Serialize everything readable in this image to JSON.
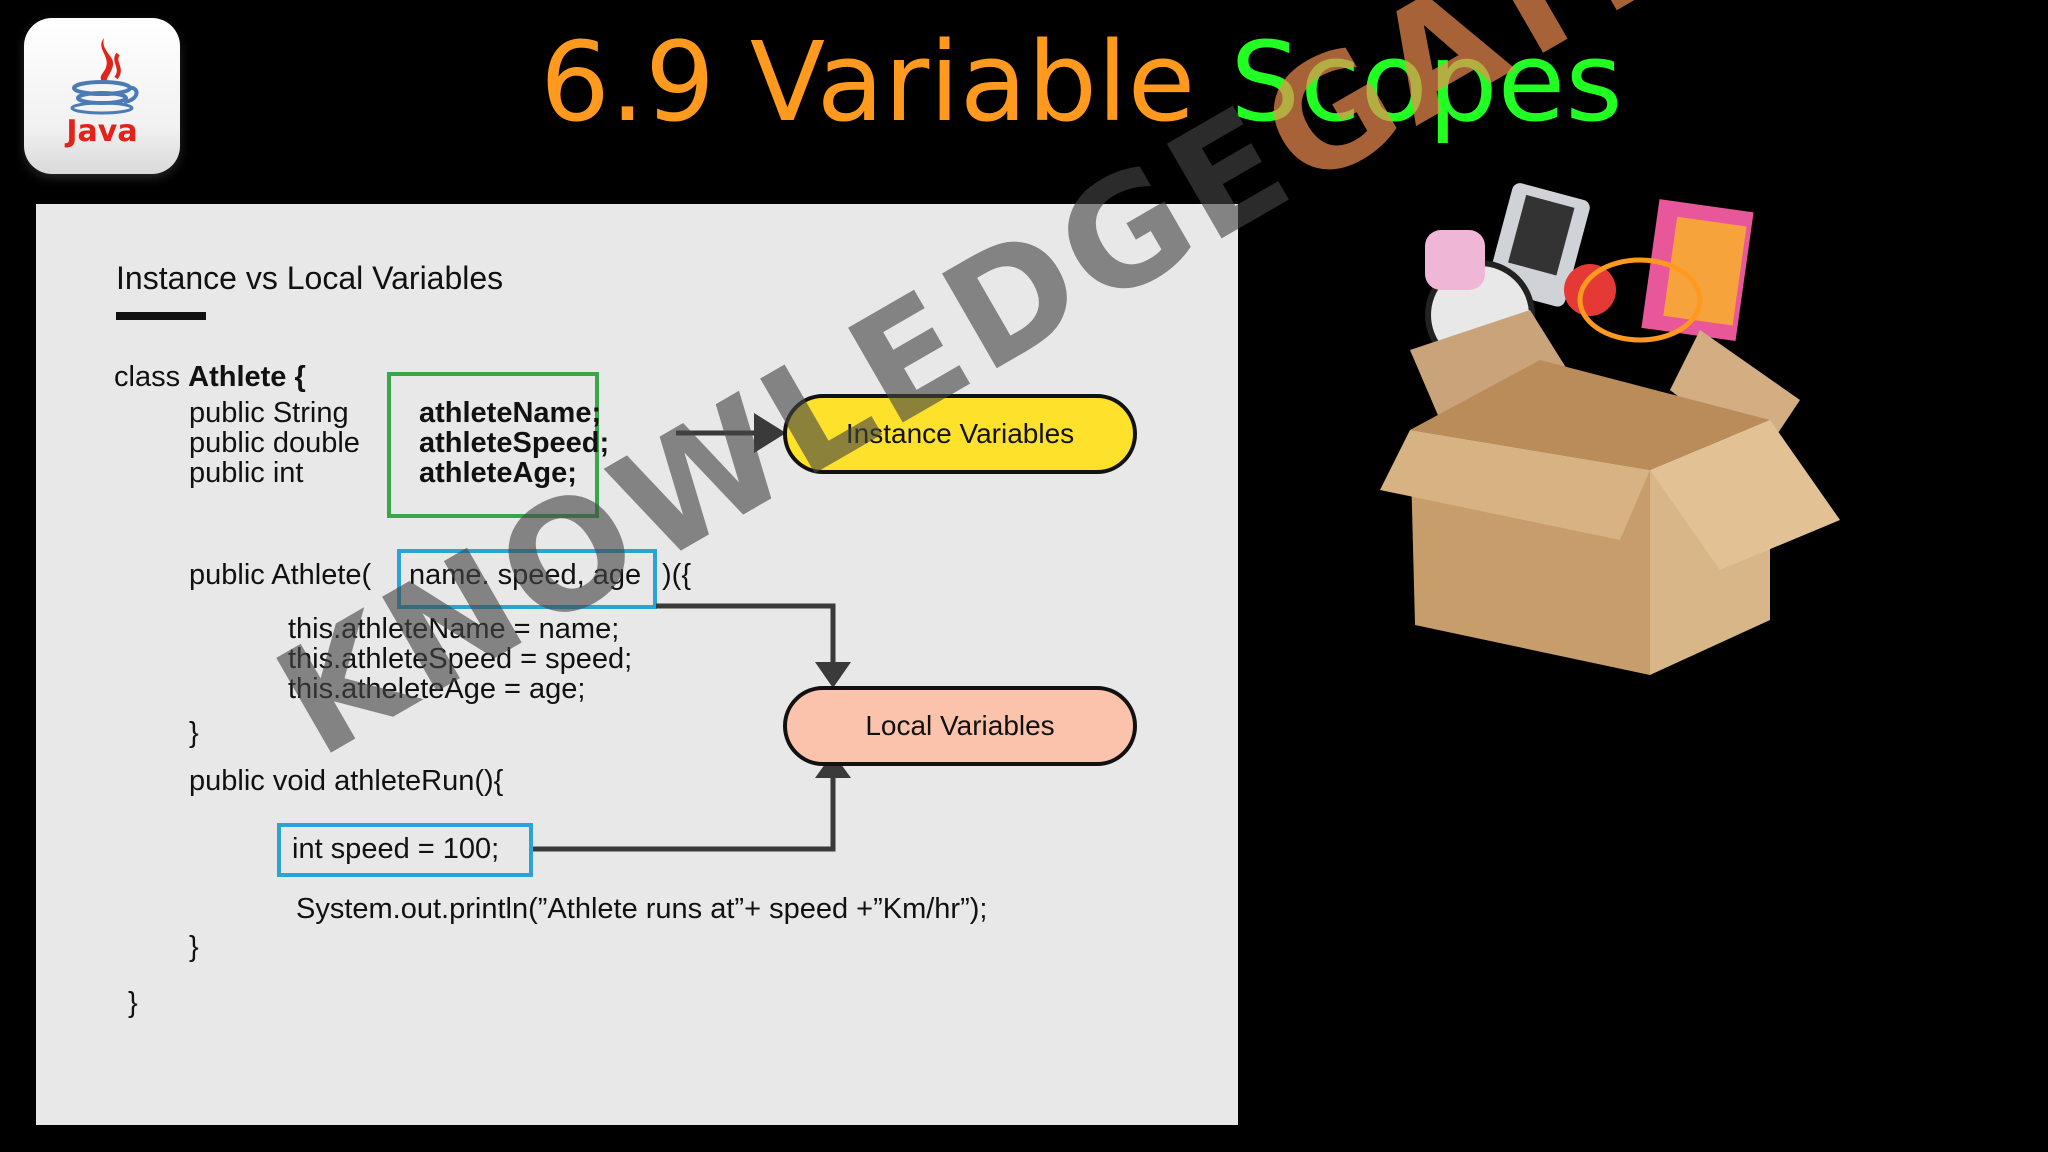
{
  "logo": {
    "icon": "java-coffee-cup-icon",
    "text": "Java"
  },
  "title": {
    "part1": "6.9 Variable",
    "part2": "Scopes"
  },
  "slide": {
    "heading": "Instance vs Local Variables",
    "class_decl": {
      "keyword": "class",
      "name": "Athlete {"
    },
    "field_types": [
      "public String",
      "public double",
      "public int"
    ],
    "field_names": [
      "athleteName;",
      "athleteSpeed;",
      "athleteAge;"
    ],
    "constructor": {
      "prefix": "public Athlete(",
      "params": "name. speed, age",
      "suffix": ")({"
    },
    "constructor_body": [
      "this.athleteName = name;",
      "this.athleteSpeed = speed;",
      "this.atheleteAge = age;"
    ],
    "constructor_close": "}",
    "method_decl": "public void athleteRun(){",
    "local_decl": "int speed = 100;",
    "print_stmt": "System.out.println(”Athlete runs at”+ speed +”Km/hr”);",
    "method_close": "}",
    "class_close": "}",
    "labels": {
      "instance": "Instance Variables",
      "local": "Local Variables"
    }
  },
  "watermark": {
    "text_dark": "KNOWLEDGE",
    "text_orange": "GATE"
  },
  "colors": {
    "background": "#000000",
    "title_orange": "#ff9a1f",
    "title_green": "#22ff22",
    "green_box": "#3aa64a",
    "blue_box": "#2aa3d6",
    "instance_pill": "#fde12a",
    "local_pill": "#fcc3ac"
  },
  "illustration": "cardboard-box-with-items"
}
